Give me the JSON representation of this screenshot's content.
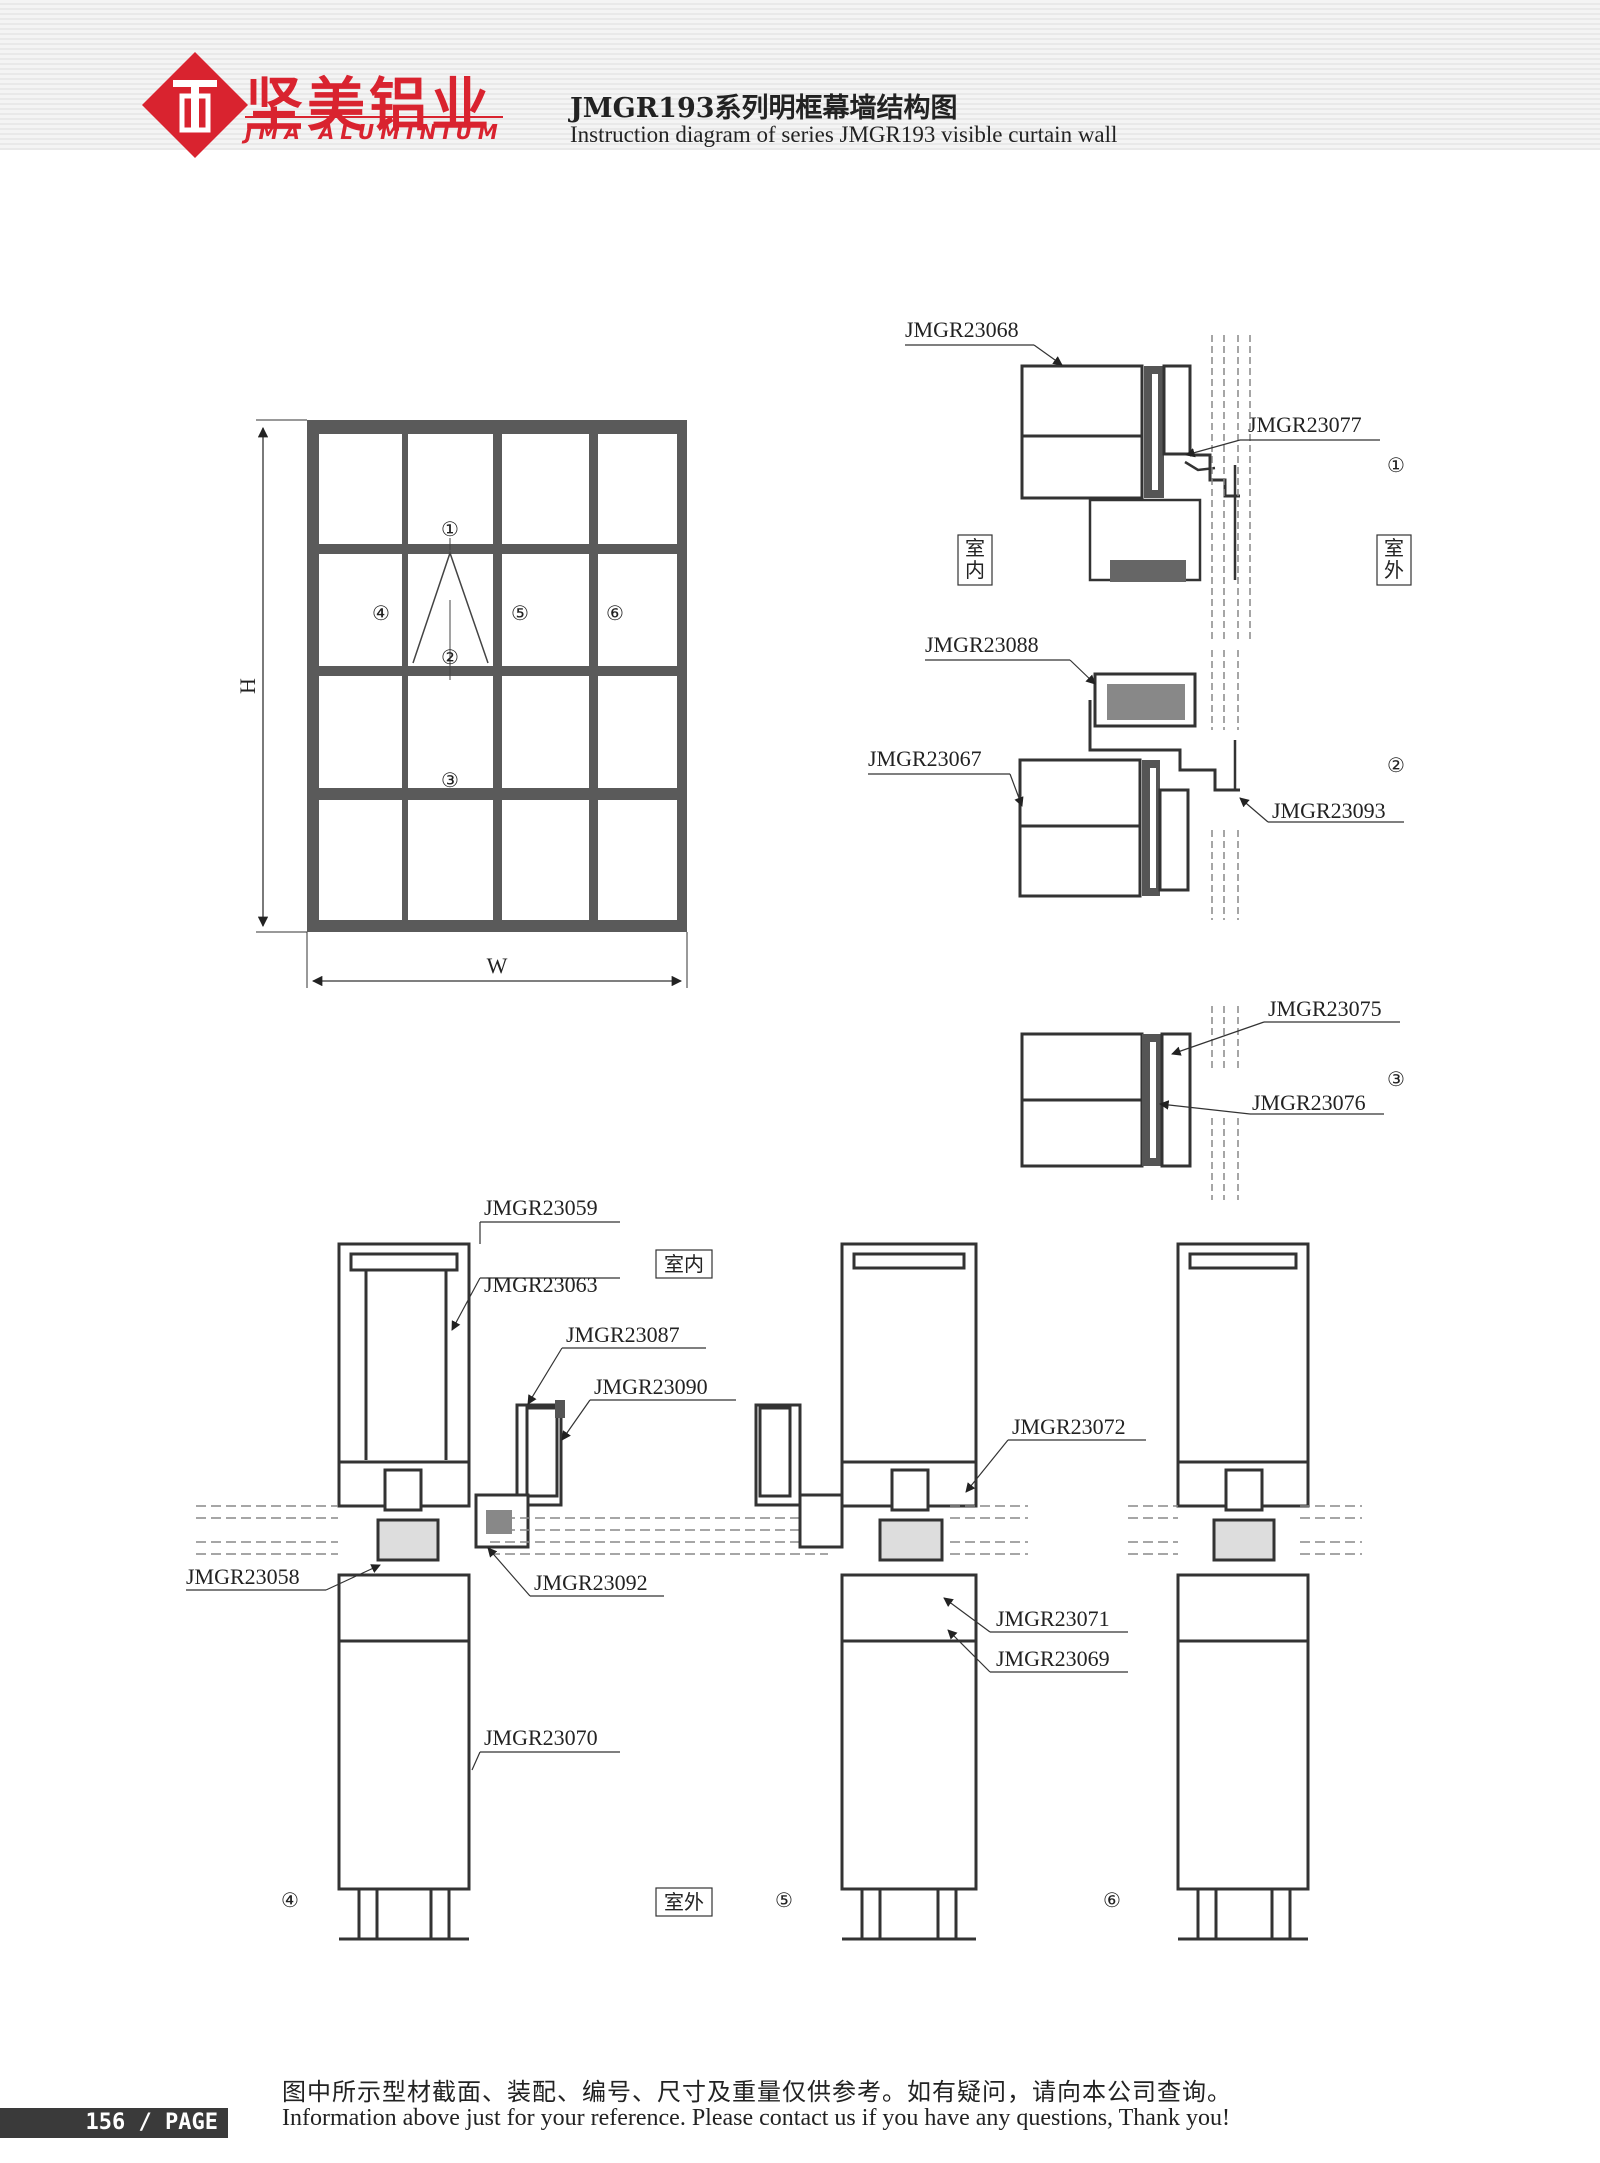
{
  "header": {
    "brand_cn": "坚美铝业",
    "brand_en": "JMA ALUMINIUM",
    "title_cn": "JMGR193系列明框幕墙结构图",
    "title_en": "Instruction diagram of series JMGR193 visible curtain wall",
    "brand_color": "#d9232f"
  },
  "elevation": {
    "height_label": "H",
    "width_label": "W",
    "markers": [
      "①",
      "②",
      "③",
      "④",
      "⑤",
      "⑥"
    ]
  },
  "section1": {
    "parts": [
      "JMGR23068",
      "JMGR23077"
    ],
    "marker": "①",
    "inside_label": "室内",
    "outside_label": "室外"
  },
  "section2": {
    "parts": [
      "JMGR23088",
      "JMGR23067",
      "JMGR23093"
    ],
    "marker": "②"
  },
  "section3": {
    "parts": [
      "JMGR23075",
      "JMGR23076"
    ],
    "marker": "③"
  },
  "section4": {
    "parts": [
      "JMGR23059",
      "JMGR23063",
      "JMGR23087",
      "JMGR23090",
      "JMGR23058",
      "JMGR23092",
      "JMGR23070"
    ],
    "marker": "④",
    "inside_label": "室内",
    "outside_label": "室外"
  },
  "section5": {
    "parts": [
      "JMGR23072",
      "JMGR23071",
      "JMGR23069"
    ],
    "marker": "⑤"
  },
  "section6": {
    "marker": "⑥"
  },
  "footer": {
    "note_cn": "图中所示型材截面、装配、编号、尺寸及重量仅供参考。如有疑问，请向本公司查询。",
    "note_en": "Information above just for your reference. Please contact us if you have any questions, Thank you!",
    "page_label": "156 / PAGE"
  }
}
